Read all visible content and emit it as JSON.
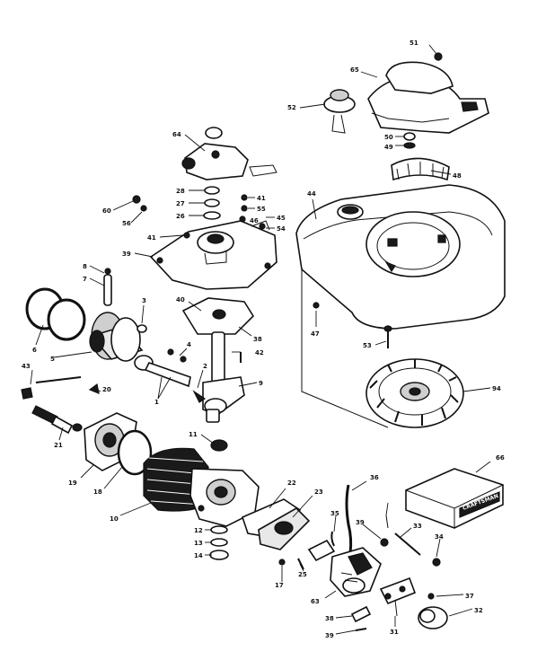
{
  "callouts": [
    {
      "id": "51",
      "text": "51"
    },
    {
      "id": "65",
      "text": "65"
    },
    {
      "id": "52",
      "text": "52"
    },
    {
      "id": "50",
      "text": "50"
    },
    {
      "id": "49",
      "text": "49"
    },
    {
      "id": "48",
      "text": "48"
    },
    {
      "id": "64",
      "text": "64"
    },
    {
      "id": "28",
      "text": "28"
    },
    {
      "id": "27",
      "text": "27"
    },
    {
      "id": "26",
      "text": "26"
    },
    {
      "id": "60",
      "text": "60"
    },
    {
      "id": "56",
      "text": "56"
    },
    {
      "id": "41a",
      "text": "41"
    },
    {
      "id": "55",
      "text": "55"
    },
    {
      "id": "44",
      "text": "44"
    },
    {
      "id": "45",
      "text": "45"
    },
    {
      "id": "54",
      "text": "54"
    },
    {
      "id": "46",
      "text": "46"
    },
    {
      "id": "41b",
      "text": "41"
    },
    {
      "id": "39",
      "text": "39"
    },
    {
      "id": "8",
      "text": "8"
    },
    {
      "id": "7",
      "text": "7"
    },
    {
      "id": "3",
      "text": "3"
    },
    {
      "id": "40",
      "text": "40"
    },
    {
      "id": "38",
      "text": "38"
    },
    {
      "id": "47",
      "text": "47"
    },
    {
      "id": "6",
      "text": "6"
    },
    {
      "id": "5",
      "text": "5"
    },
    {
      "id": "42",
      "text": "42"
    },
    {
      "id": "53",
      "text": "53"
    },
    {
      "id": "43",
      "text": "43"
    },
    {
      "id": "4",
      "text": "4"
    },
    {
      "id": "2",
      "text": "2"
    },
    {
      "id": "9",
      "text": "9"
    },
    {
      "id": "1",
      "text": "1"
    },
    {
      "id": "20",
      "text": "20"
    },
    {
      "id": "94",
      "text": "94"
    },
    {
      "id": "21",
      "text": "21"
    },
    {
      "id": "11",
      "text": "11"
    },
    {
      "id": "19",
      "text": "19"
    },
    {
      "id": "18",
      "text": "18"
    },
    {
      "id": "10",
      "text": "10"
    },
    {
      "id": "22",
      "text": "22"
    },
    {
      "id": "23",
      "text": "23"
    },
    {
      "id": "36",
      "text": "36"
    },
    {
      "id": "66",
      "text": "66"
    },
    {
      "id": "35",
      "text": "35"
    },
    {
      "id": "39b",
      "text": "39"
    },
    {
      "id": "33",
      "text": "33"
    },
    {
      "id": "12",
      "text": "12"
    },
    {
      "id": "13",
      "text": "13"
    },
    {
      "id": "14",
      "text": "14"
    },
    {
      "id": "34",
      "text": "34"
    },
    {
      "id": "25",
      "text": "25"
    },
    {
      "id": "17",
      "text": "17"
    },
    {
      "id": "63",
      "text": "63"
    },
    {
      "id": "37",
      "text": "37"
    },
    {
      "id": "38b",
      "text": "38"
    },
    {
      "id": "31",
      "text": "31"
    },
    {
      "id": "32",
      "text": "32"
    },
    {
      "id": "39c",
      "text": "39"
    }
  ],
  "decal": "CRAFTSMAN"
}
